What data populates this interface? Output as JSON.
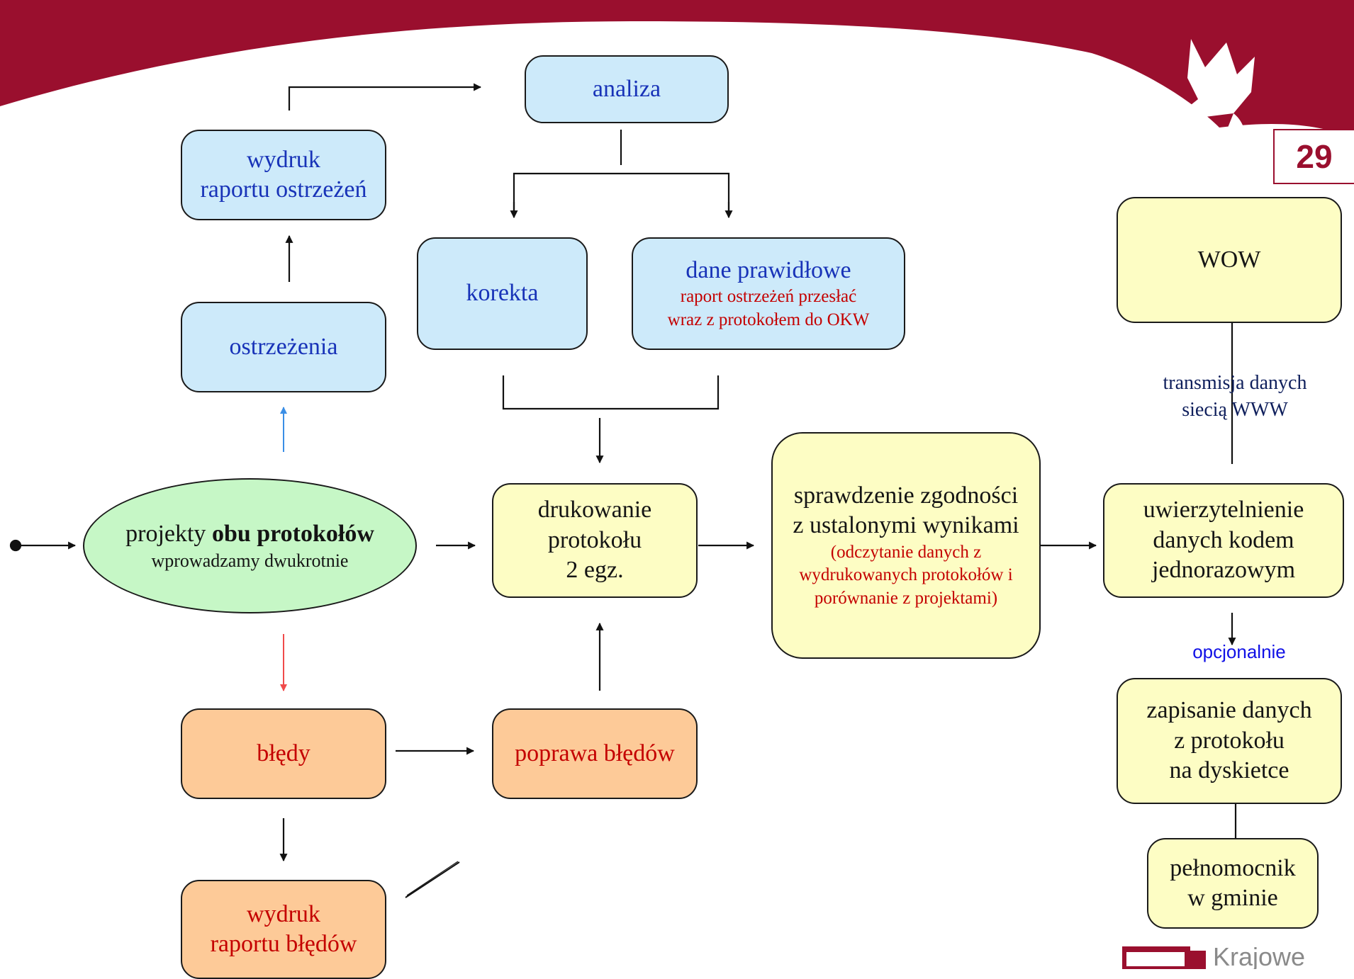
{
  "slide": {
    "page_number": "29",
    "footer_logo_text": "Krajowe"
  },
  "nodes": {
    "analiza": "analiza",
    "wydruk_raportu_ostrzezen": [
      "wydruk",
      "raportu ostrzeżeń"
    ],
    "korekta": "korekta",
    "dane_prawidlowe": {
      "title": "dane prawidłowe",
      "note": [
        "raport ostrzeżeń przesłać",
        "wraz z protokołem do OKW"
      ]
    },
    "ostrzezenia": "ostrzeżenia",
    "projekty": {
      "prefix": "projekty",
      "bold": "obu protokołów",
      "sub": "wprowadzamy dwukrotnie"
    },
    "drukowanie": [
      "drukowanie",
      "protokołu",
      "2 egz."
    ],
    "sprawdzenie": {
      "lines": [
        "sprawdzenie zgodności",
        "z ustalonymi wynikami"
      ],
      "note": [
        "(odczytanie danych z",
        "wydrukowanych protokołów i",
        "porównanie z projektami)"
      ]
    },
    "uwierzytelnienie": [
      "uwierzytelnienie",
      "danych kodem",
      "jednorazowym"
    ],
    "wow": "WOW",
    "bledy": "błędy",
    "poprawa": "poprawa błędów",
    "wydruk_raportu_bledow": [
      "wydruk",
      "raportu błędów"
    ],
    "zapisanie": [
      "zapisanie danych",
      "z protokołu",
      "na dyskietce"
    ],
    "pelnomocnik": [
      "pełnomocnik",
      "w gminie"
    ]
  },
  "labels": {
    "transmisja": [
      "transmisja danych",
      "siecią WWW"
    ],
    "opcjonalnie": "opcjonalnie"
  },
  "colors": {
    "banner": "#9a0f2e",
    "blue_fill": "#cdeafa",
    "yellow_fill": "#fdfdc4",
    "orange_fill": "#fdca98",
    "green_fill": "#c6f7c6",
    "blue_text": "#1833b8",
    "red_text": "#c40000",
    "arrow_up_blue": "#3a8ee6",
    "arrow_down_red": "#f04b4b"
  },
  "icons": {
    "banner_emblem": "griffin-emblem-icon",
    "footer_logo": "krajowe-biuro-logo"
  }
}
